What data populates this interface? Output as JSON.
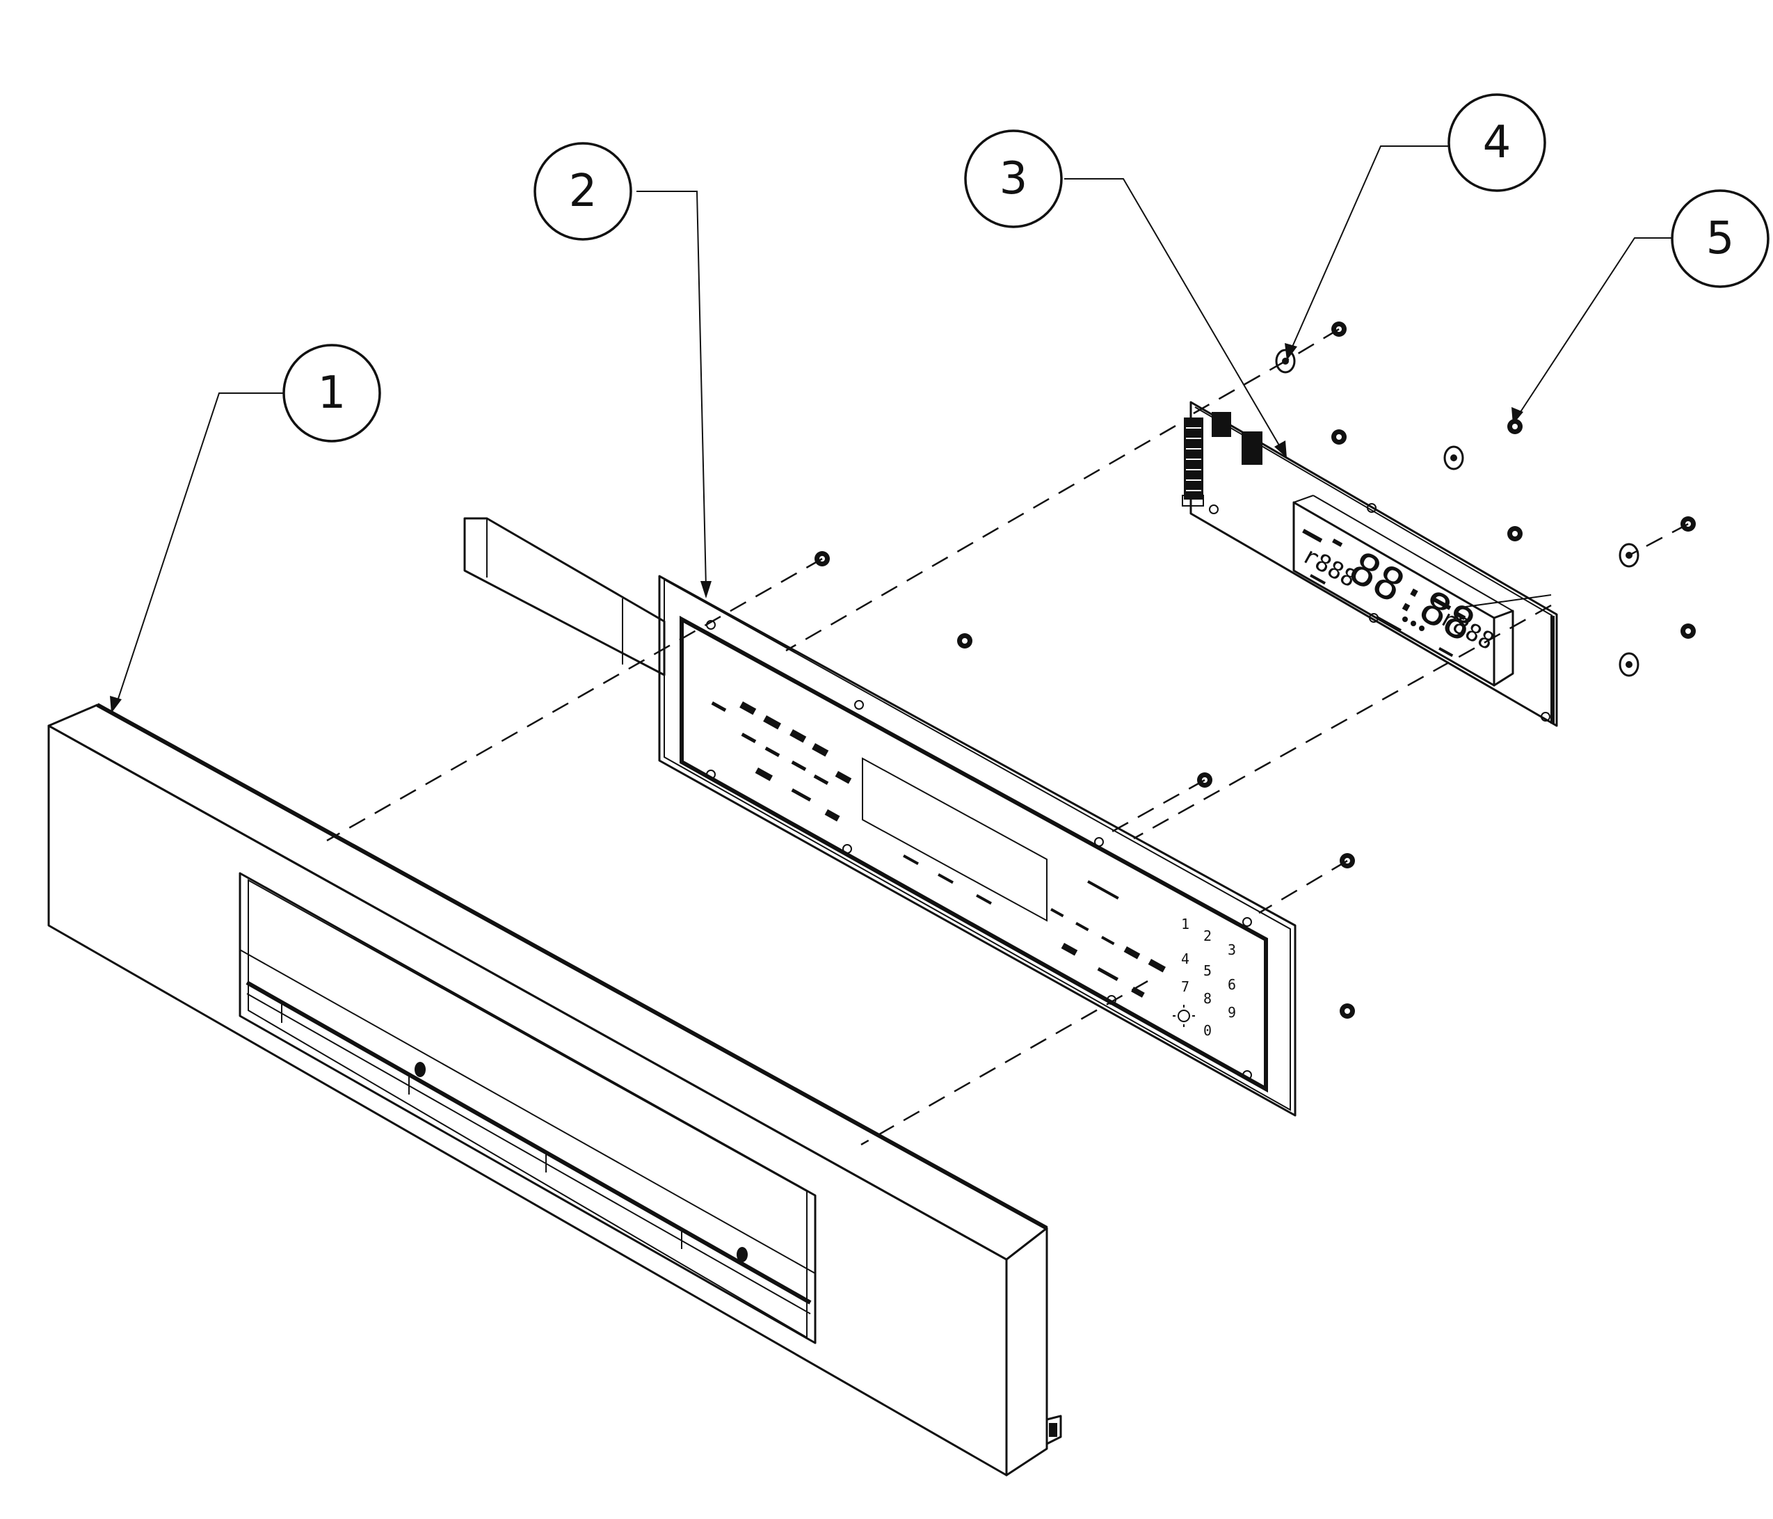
{
  "callouts": [
    {
      "label": "1",
      "part": "control-panel-frame"
    },
    {
      "label": "2",
      "part": "membrane-overlay"
    },
    {
      "label": "3",
      "part": "display-control-board"
    },
    {
      "label": "4",
      "part": "spacer"
    },
    {
      "label": "5",
      "part": "nut"
    }
  ],
  "board_display": {
    "digits_main": "88:88",
    "digits_left": "r888",
    "digits_right": "r888"
  },
  "keypad": {
    "keys": [
      "1",
      "2",
      "3",
      "4",
      "5",
      "6",
      "7",
      "8",
      "9",
      "0"
    ]
  },
  "colors": {
    "ink": "#111111",
    "background": "#ffffff"
  }
}
